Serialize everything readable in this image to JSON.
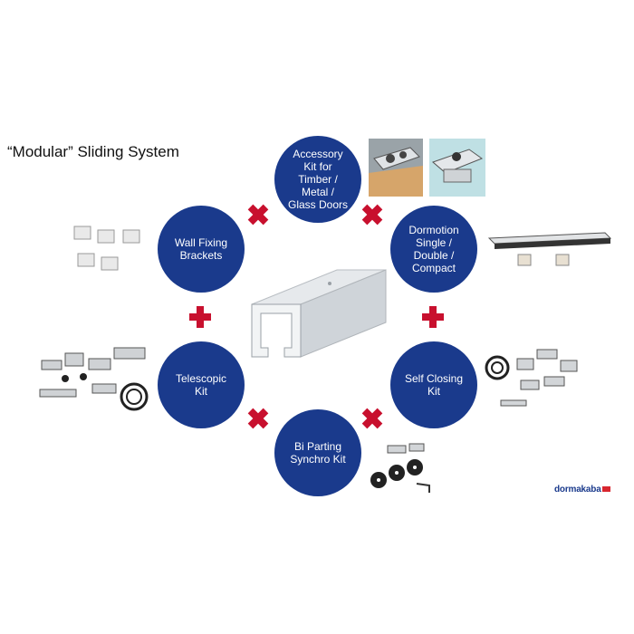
{
  "title": "“Modular”  Sliding System",
  "brand": "dormakaba",
  "colors": {
    "node": "#1a3a8c",
    "plus": "#c8102e"
  },
  "nodes": [
    {
      "id": "accessory",
      "label": "Accessory\nKit for\nTimber /\nMetal /\nGlass Doors"
    },
    {
      "id": "dormotion",
      "label": "Dormotion\nSingle /\nDouble /\nCompact"
    },
    {
      "id": "selfclosing",
      "label": "Self Closing\nKit"
    },
    {
      "id": "biparting",
      "label": "Bi Parting\nSynchro Kit"
    },
    {
      "id": "telescopic",
      "label": "Telescopic\nKit"
    },
    {
      "id": "wallfixing",
      "label": "Wall Fixing\nBrackets"
    }
  ]
}
